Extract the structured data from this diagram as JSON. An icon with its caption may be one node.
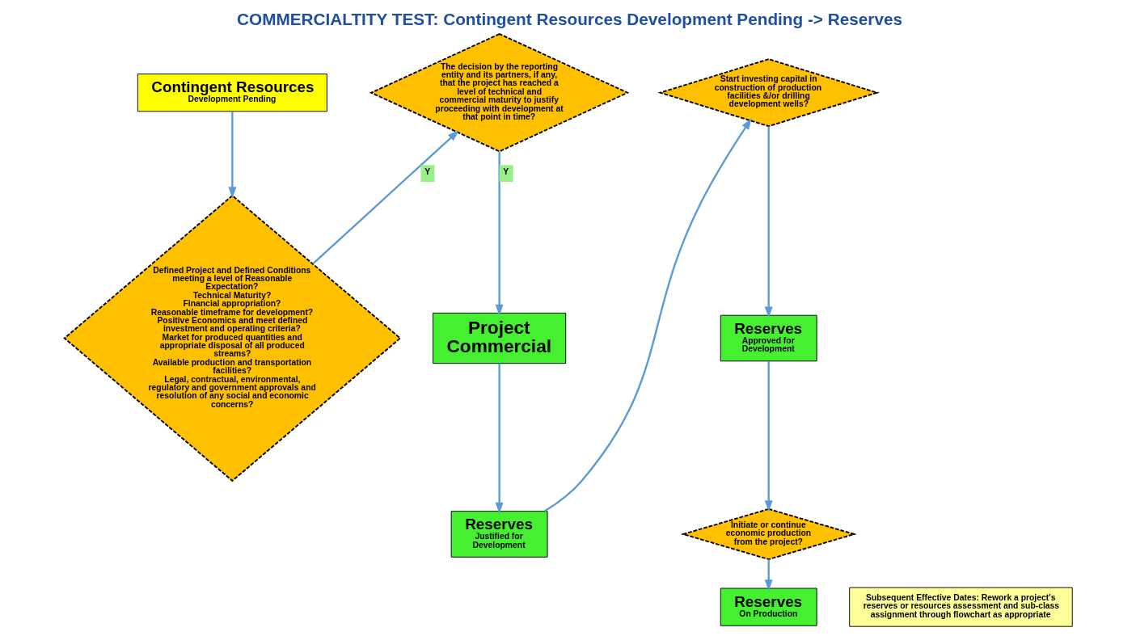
{
  "diagram": {
    "title": "COMMERCIALTITY TEST: Contingent Resources Development Pending -> Reserves",
    "nodes": [
      {
        "text": [
          "Contingent Resources",
          "Development Pending"
        ]
      },
      {
        "text": [
          "Defined Project and Defined Conditions meeting a level of Reasonable Expectation?",
          "Technical Maturity?",
          "Financial appropriation?",
          "Reasonable timeframe for development?",
          "Positive Economics and meet defined investment and operating criteria?",
          "Market for produced quantities and appropriate disposal of all produced streams?",
          "Available production and transportation facilities?",
          "Legal, contractual, environmental, regulatory and government approvals and resolution of any social and economic concerns?"
        ]
      },
      {
        "text": [
          "The decision by the reporting entity and its partners, if any, that the project has reached a level of technical and commercial maturity to justify proceeding with development at that point in time?"
        ]
      },
      {
        "text": [
          "Project Commercial"
        ]
      },
      {
        "text": [
          "Reserves",
          "Justified for Development"
        ]
      },
      {
        "text": [
          "Start investing capital in construction of production facilities &/or drilling development wells?"
        ]
      },
      {
        "text": [
          "Reserves",
          "Approved for Development"
        ]
      },
      {
        "text": [
          "Initiate or continue economic production from the project?"
        ]
      },
      {
        "text": [
          "Reserves",
          "On Production"
        ]
      },
      {
        "text": [
          "Subsequent Effective Dates: Rework a project's reserves or resources assessment and sub-class assignment through flowchart as appropriate"
        ]
      }
    ],
    "edges": [
      {
        "from": 0,
        "to": 1,
        "arrow": "to"
      },
      {
        "from": 1,
        "to": 2,
        "arrow": "to",
        "label": "Y"
      },
      {
        "from": 2,
        "to": 3,
        "arrow": "to",
        "label": "Y"
      },
      {
        "from": 3,
        "to": 4,
        "arrow": "to"
      },
      {
        "from": 4,
        "to": 5,
        "arrow": "to"
      },
      {
        "from": 5,
        "to": 6,
        "arrow": "to"
      },
      {
        "from": 6,
        "to": 7,
        "arrow": "to"
      },
      {
        "from": 7,
        "to": 8,
        "arrow": "to"
      }
    ]
  }
}
